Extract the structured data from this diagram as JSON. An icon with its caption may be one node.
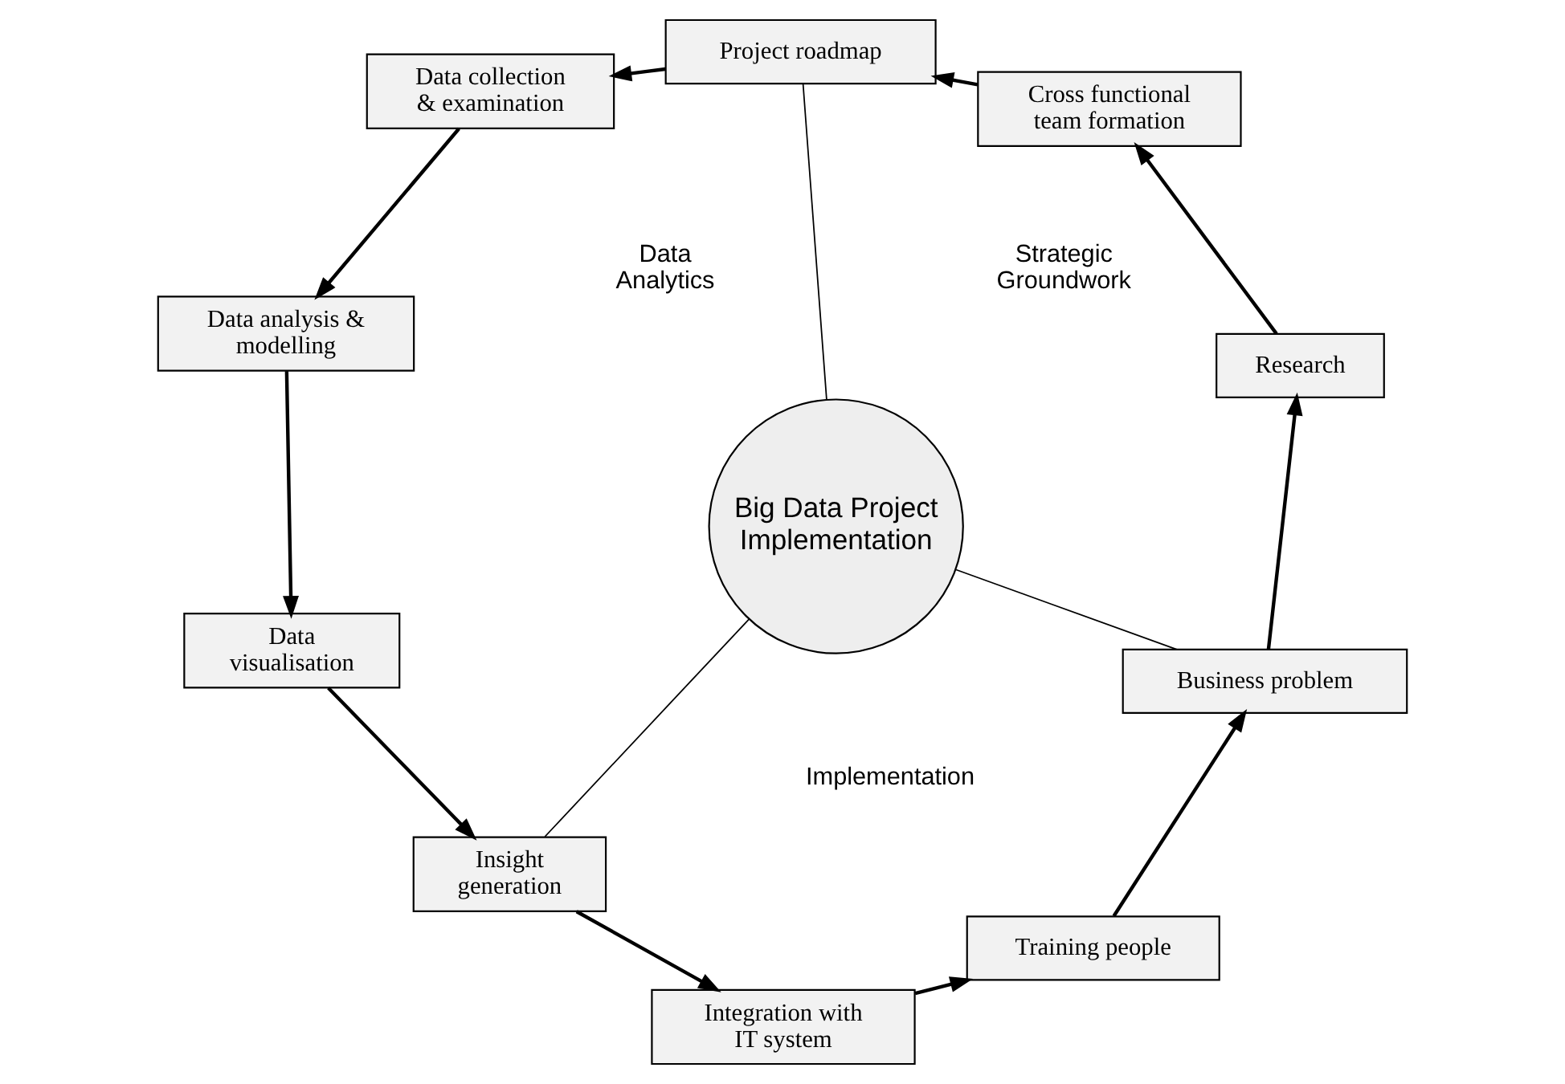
{
  "diagram": {
    "nodes": [
      {
        "text": [
          "Business problem"
        ]
      },
      {
        "text": [
          "Research"
        ]
      },
      {
        "text": [
          "Cross functional team formation"
        ]
      },
      {
        "text": [
          "Project roadmap"
        ]
      },
      {
        "text": [
          "Data collection & examination"
        ]
      },
      {
        "text": [
          "Data analysis & modelling"
        ]
      },
      {
        "text": [
          "Data visualisation"
        ]
      },
      {
        "text": [
          "Insight generation"
        ]
      },
      {
        "text": [
          "Integration with IT system"
        ]
      },
      {
        "text": [
          "Training people"
        ]
      },
      {
        "text": [
          "Big Data Project Implementation"
        ]
      }
    ],
    "edges": [
      {
        "from": 0,
        "to": 1,
        "arrow": "to"
      },
      {
        "from": 1,
        "to": 2,
        "arrow": "to"
      },
      {
        "from": 2,
        "to": 3,
        "arrow": "to"
      },
      {
        "from": 3,
        "to": 4,
        "arrow": "to"
      },
      {
        "from": 4,
        "to": 5,
        "arrow": "to"
      },
      {
        "from": 5,
        "to": 6,
        "arrow": "to"
      },
      {
        "from": 6,
        "to": 7,
        "arrow": "to"
      },
      {
        "from": 7,
        "to": 8,
        "arrow": "to"
      },
      {
        "from": 8,
        "to": 9,
        "arrow": "to"
      },
      {
        "from": 9,
        "to": 0,
        "arrow": "to"
      },
      {
        "from": 10,
        "to": 0,
        "arrow": "none"
      },
      {
        "from": 10,
        "to": 3,
        "arrow": "none"
      },
      {
        "from": 10,
        "to": 7,
        "arrow": "none"
      }
    ],
    "labels": [
      "Implementation",
      "Strategic Groundwork",
      "Data Analytics"
    ]
  }
}
